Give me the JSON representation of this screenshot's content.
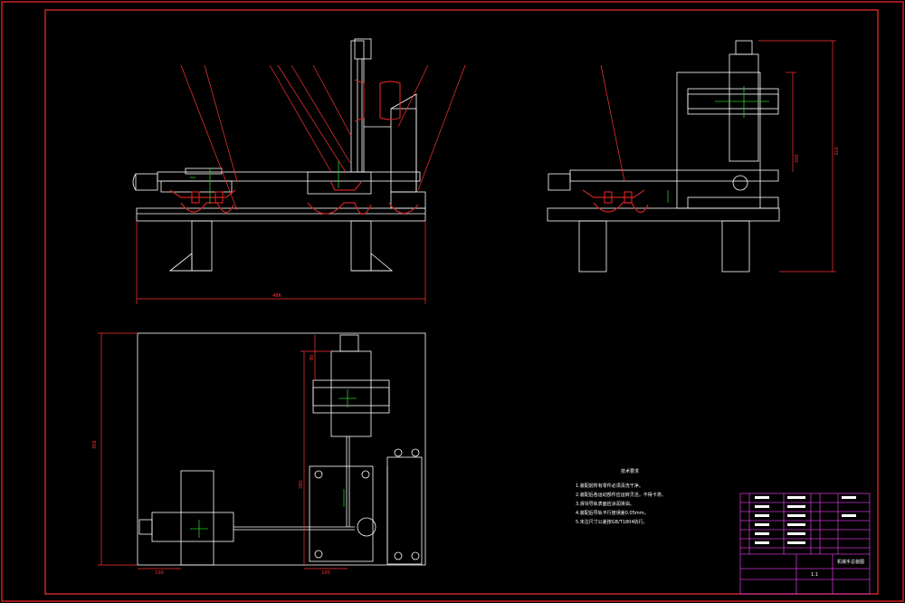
{
  "drawing": {
    "background": "#000000",
    "colors": {
      "outline": "#ffffff",
      "part": "#cc2222",
      "dimension": "#ff3333",
      "centerline": "#22cc22",
      "table_border": "#cc33cc",
      "highlight": "#3344ff"
    },
    "dimensions": {
      "front_width": "486",
      "side_height": "320",
      "side_offset": "200",
      "plan_height": "356",
      "plan_inner": "280",
      "plan_top": "80",
      "plan_bottom_left": "100",
      "plan_bottom_right": "100"
    },
    "tech_notes": {
      "title": "技术要求",
      "items": [
        "1.装配前所有零件必须清洗干净。",
        "2.装配后各运动部件应运转灵活，不得卡滞。",
        "3.滑块导轨表面应涂润滑油。",
        "4.装配后导轨平行度误差0.05mm。",
        "5.未注尺寸公差按GB/T1804执行。"
      ]
    },
    "title_block": {
      "drawing_name": "机械手总装图",
      "scale": "1:1"
    }
  }
}
